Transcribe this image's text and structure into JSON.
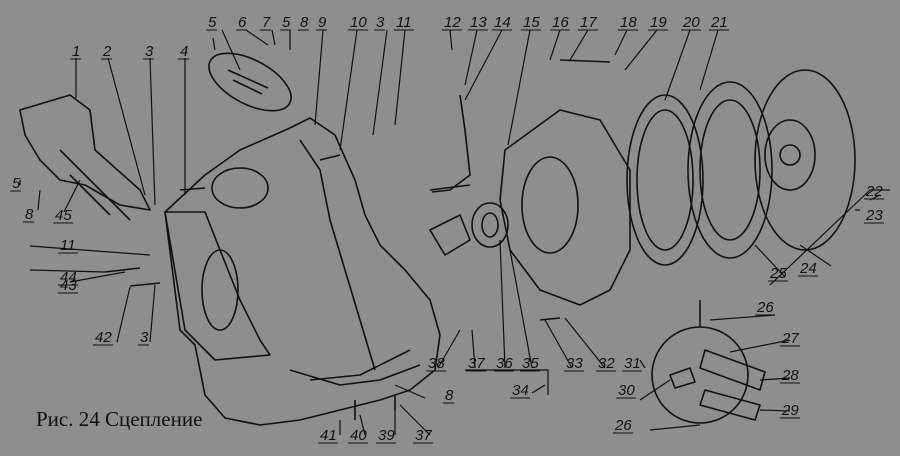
{
  "figure": {
    "caption": "Рис. 24 Сцепление",
    "part_numbers": [
      "1",
      "2",
      "3",
      "4",
      "5",
      "6",
      "7",
      "5",
      "8",
      "9",
      "10",
      "3",
      "11",
      "12",
      "13",
      "14",
      "15",
      "16",
      "17",
      "18",
      "19",
      "20",
      "21",
      "22",
      "23",
      "24",
      "25",
      "5",
      "8",
      "45",
      "11",
      "44",
      "43",
      "42",
      "3",
      "38",
      "37",
      "36",
      "35",
      "33",
      "32",
      "31",
      "34",
      "8",
      "41",
      "40",
      "39",
      "37",
      "26",
      "27",
      "30",
      "28",
      "29",
      "26"
    ]
  },
  "colors": {
    "background": "#8e8e8e",
    "line": "#111111"
  }
}
